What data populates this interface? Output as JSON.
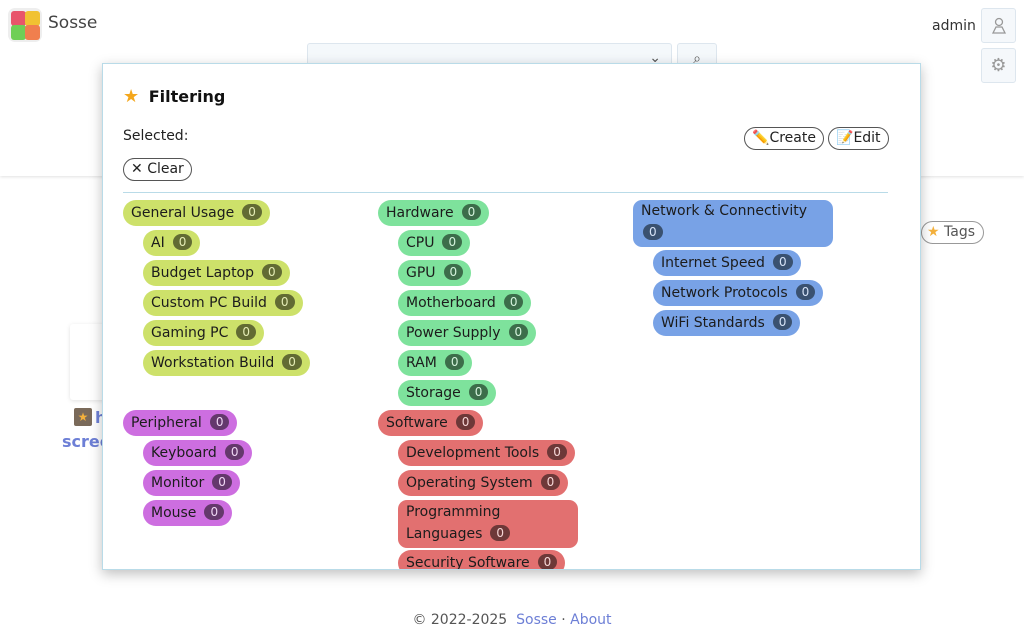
{
  "header": {
    "app_name": "Sosse",
    "user_name": "admin",
    "search_chevron": "⌄",
    "search_icon": "⌕",
    "gear_icon": "⚙"
  },
  "background": {
    "tags_label": "Tags",
    "star_glyph": "★",
    "fragment_h": "h",
    "fragment_scree": "scree"
  },
  "footer": {
    "copyright": "© 2022-2025",
    "sosse_link": "Sosse",
    "separator": "·",
    "about_link": "About"
  },
  "modal": {
    "title": "Filtering",
    "star_glyph": "★",
    "selected_label": "Selected:",
    "create_label": "Create",
    "create_icon": "✏️",
    "edit_label": "Edit",
    "edit_icon": "📝",
    "clear_label": "Clear",
    "clear_icon": "✕",
    "groups": [
      {
        "name": "General Usage",
        "count": "0",
        "color": "#cde16a",
        "children": [
          {
            "name": "AI",
            "count": "0"
          },
          {
            "name": "Budget Laptop",
            "count": "0"
          },
          {
            "name": "Custom PC Build",
            "count": "0"
          },
          {
            "name": "Gaming PC",
            "count": "0"
          },
          {
            "name": "Workstation Build",
            "count": "0"
          }
        ]
      },
      {
        "name": "Hardware",
        "count": "0",
        "color": "#7ee29c",
        "children": [
          {
            "name": "CPU",
            "count": "0"
          },
          {
            "name": "GPU",
            "count": "0"
          },
          {
            "name": "Motherboard",
            "count": "0"
          },
          {
            "name": "Power Supply",
            "count": "0"
          },
          {
            "name": "RAM",
            "count": "0"
          },
          {
            "name": "Storage",
            "count": "0"
          }
        ]
      },
      {
        "name": "Network & Connectivity",
        "count": "0",
        "color": "#78a2e6",
        "children": [
          {
            "name": "Internet Speed",
            "count": "0"
          },
          {
            "name": "Network Protocols",
            "count": "0"
          },
          {
            "name": "WiFi Standards",
            "count": "0"
          }
        ]
      },
      {
        "name": "Peripheral",
        "count": "0",
        "color": "#cd6ee0",
        "children": [
          {
            "name": "Keyboard",
            "count": "0"
          },
          {
            "name": "Monitor",
            "count": "0"
          },
          {
            "name": "Mouse",
            "count": "0"
          }
        ]
      },
      {
        "name": "Software",
        "count": "0",
        "color": "#e27070",
        "children": [
          {
            "name": "Development Tools",
            "count": "0"
          },
          {
            "name": "Operating System",
            "count": "0"
          },
          {
            "name": "Programming Languages",
            "count": "0"
          },
          {
            "name": "Security Software",
            "count": "0"
          }
        ]
      }
    ]
  }
}
